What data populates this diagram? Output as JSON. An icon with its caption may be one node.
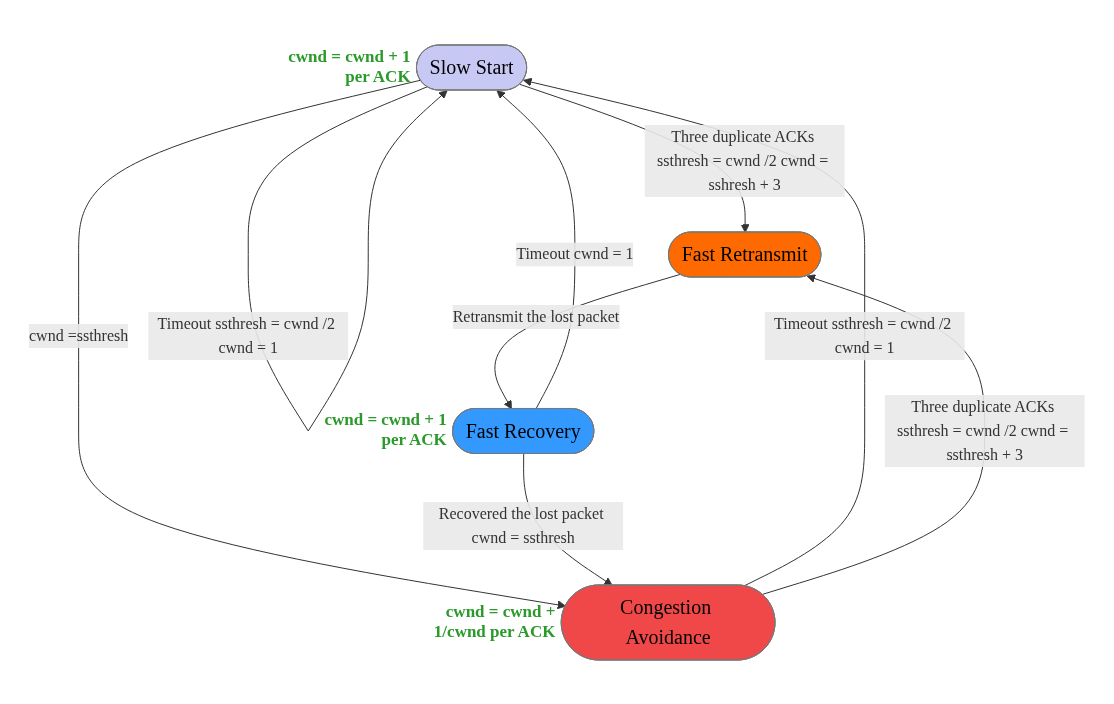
{
  "diagram": {
    "nodes": [
      {
        "text": [
          "Slow Start"
        ],
        "beside": [
          "cwnd = cwnd + 1 per ACK"
        ]
      },
      {
        "text": [
          "Fast Retransmit"
        ]
      },
      {
        "text": [
          "Congestion Avoidance"
        ],
        "beside": [
          "cwnd = cwnd + 1/cwnd per ACK"
        ]
      },
      {
        "text": [
          "Fast Recovery"
        ],
        "beside": [
          "cwnd = cwnd + 1 per ACK"
        ]
      }
    ],
    "edges": [
      {
        "from": 0,
        "to": 0,
        "arrow": "to",
        "label": "Timeout ssthresh = cwnd /2 cwnd = 1"
      },
      {
        "from": 0,
        "to": 1,
        "arrow": "to",
        "label": "Three duplicate ACKs ssthresh = cwnd /2 cwnd = sshresh + 3"
      },
      {
        "from": 0,
        "to": 2,
        "arrow": "to",
        "label": "cwnd =ssthresh"
      },
      {
        "from": 2,
        "to": 0,
        "arrow": "to",
        "label": "Timeout ssthresh = cwnd /2 cwnd = 1"
      },
      {
        "from": 1,
        "to": 3,
        "arrow": "to",
        "label": "Retransmit the lost packet"
      },
      {
        "from": 3,
        "to": 0,
        "arrow": "to",
        "label": "Timeout cwnd = 1"
      },
      {
        "from": 2,
        "to": 1,
        "arrow": "to",
        "label": "Three duplicate ACKs ssthresh = cwnd /2 cwnd = ssthresh + 3"
      },
      {
        "from": 3,
        "to": 2,
        "arrow": "to",
        "label": "Recovered the lost packet cwnd = ssthresh"
      }
    ]
  }
}
